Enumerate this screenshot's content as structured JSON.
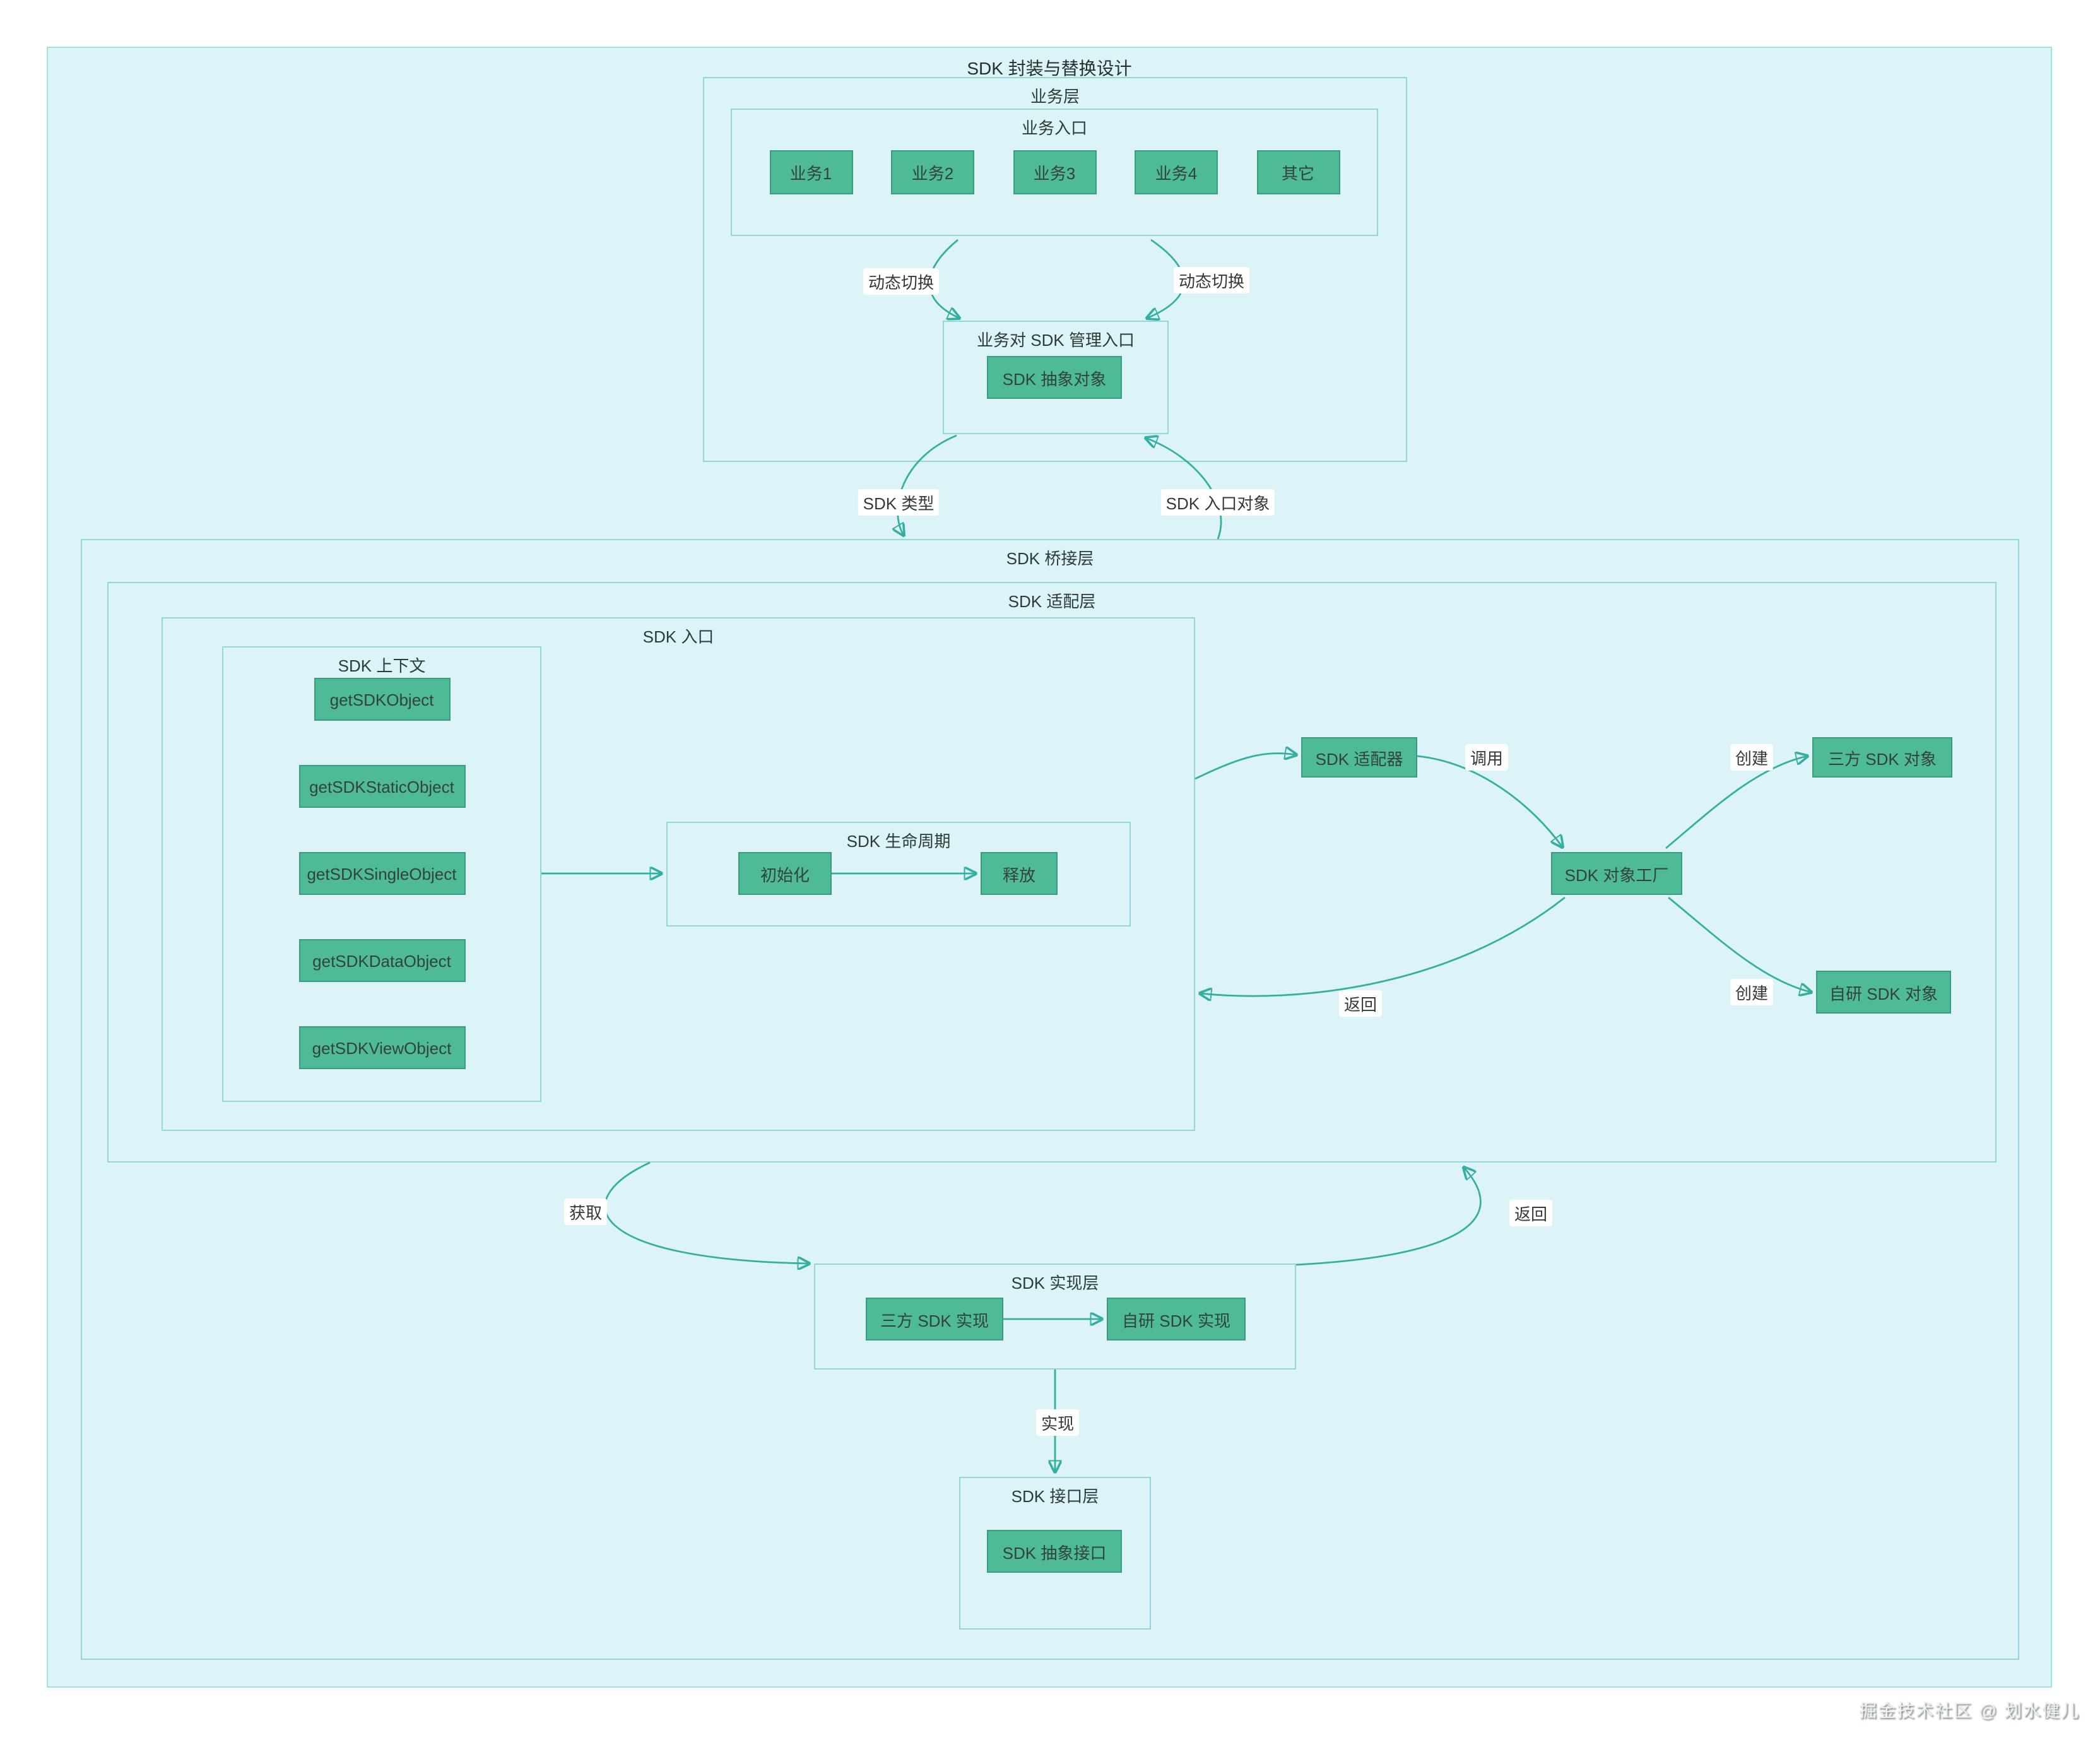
{
  "title": "SDK 封装与替换设计",
  "watermark": "掘金技术社区 @ 划水健儿",
  "colors": {
    "node_fill": "#4eba97",
    "node_border": "#3a9c80",
    "edge_line": "#35afa0",
    "canvas_bg": "#dcf4f7",
    "panel_border": "#93d8d6"
  },
  "business": {
    "layer_label": "业务层",
    "entry_label": "业务入口",
    "items": [
      "业务1",
      "业务2",
      "业务3",
      "业务4",
      "其它"
    ],
    "mgmt_label": "业务对 SDK 管理入口",
    "mgmt_node": "SDK 抽象对象"
  },
  "bridge": {
    "label": "SDK 桥接层"
  },
  "adapter_layer": {
    "label": "SDK 适配层"
  },
  "sdk_entry": {
    "label": "SDK 入口",
    "context_label": "SDK 上下文",
    "context_items": [
      "getSDKObject",
      "getSDKStaticObject",
      "getSDKSingleObject",
      "getSDKDataObject",
      "getSDKViewObject"
    ],
    "lifecycle_label": "SDK 生命周期",
    "lifecycle_init": "初始化",
    "lifecycle_release": "释放"
  },
  "nodes": {
    "adapter": "SDK 适配器",
    "third_party_object": "三方 SDK 对象",
    "factory": "SDK 对象工厂",
    "self_object": "自研 SDK 对象"
  },
  "impl": {
    "label": "SDK 实现层",
    "third": "三方 SDK 实现",
    "self": "自研 SDK 实现"
  },
  "interface": {
    "label": "SDK 接口层",
    "node": "SDK 抽象接口"
  },
  "edge_labels": {
    "dynamic_switch_left": "动态切换",
    "dynamic_switch_right": "动态切换",
    "sdk_type": "SDK 类型",
    "sdk_entry_object": "SDK 入口对象",
    "call": "调用",
    "create_top": "创建",
    "create_bottom": "创建",
    "return_mid": "返回",
    "fetch": "获取",
    "return_right": "返回",
    "implement": "实现"
  }
}
